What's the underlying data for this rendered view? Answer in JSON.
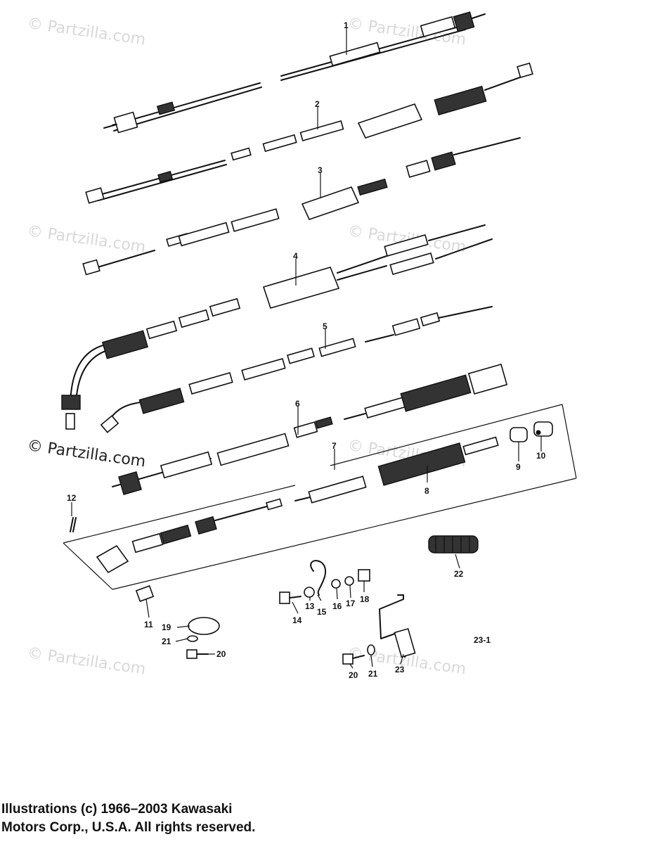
{
  "watermark": "© Partzilla.com",
  "callouts": {
    "c1": "1",
    "c2": "2",
    "c3": "3",
    "c4": "4",
    "c5": "5",
    "c6": "6",
    "c7": "7",
    "c8": "8",
    "c9": "9",
    "c10": "10",
    "c11": "11",
    "c12": "12",
    "c13": "13",
    "c14": "14",
    "c15": "15",
    "c16": "16",
    "c17": "17",
    "c18": "18",
    "c19": "19",
    "c20a": "20",
    "c20b": "20",
    "c21a": "21",
    "c21b": "21",
    "c22": "22",
    "c23": "23"
  },
  "figure_code": "23-1",
  "copyright": {
    "line1": "Illustrations (c) 1966–2003 Kawasaki",
    "line2": "Motors Corp., U.S.A.  All rights reserved."
  }
}
